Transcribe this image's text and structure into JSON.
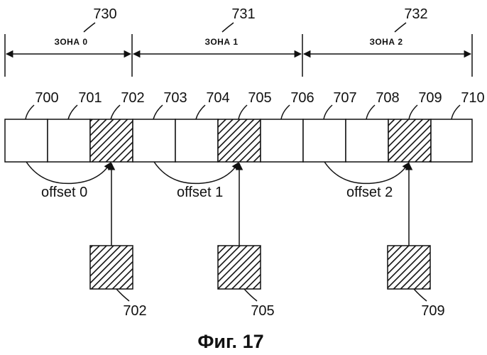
{
  "zones": [
    {
      "ref": "730",
      "label": "ЗОНА 0"
    },
    {
      "ref": "731",
      "label": "ЗОНА 1"
    },
    {
      "ref": "732",
      "label": "ЗОНА 2"
    }
  ],
  "cell_refs": [
    "700",
    "701",
    "702",
    "703",
    "704",
    "705",
    "706",
    "707",
    "708",
    "709",
    "710"
  ],
  "offsets": [
    "offset 0",
    "offset 1",
    "offset 2"
  ],
  "extracted": [
    "702",
    "705",
    "709"
  ],
  "caption": "Фиг. 17"
}
